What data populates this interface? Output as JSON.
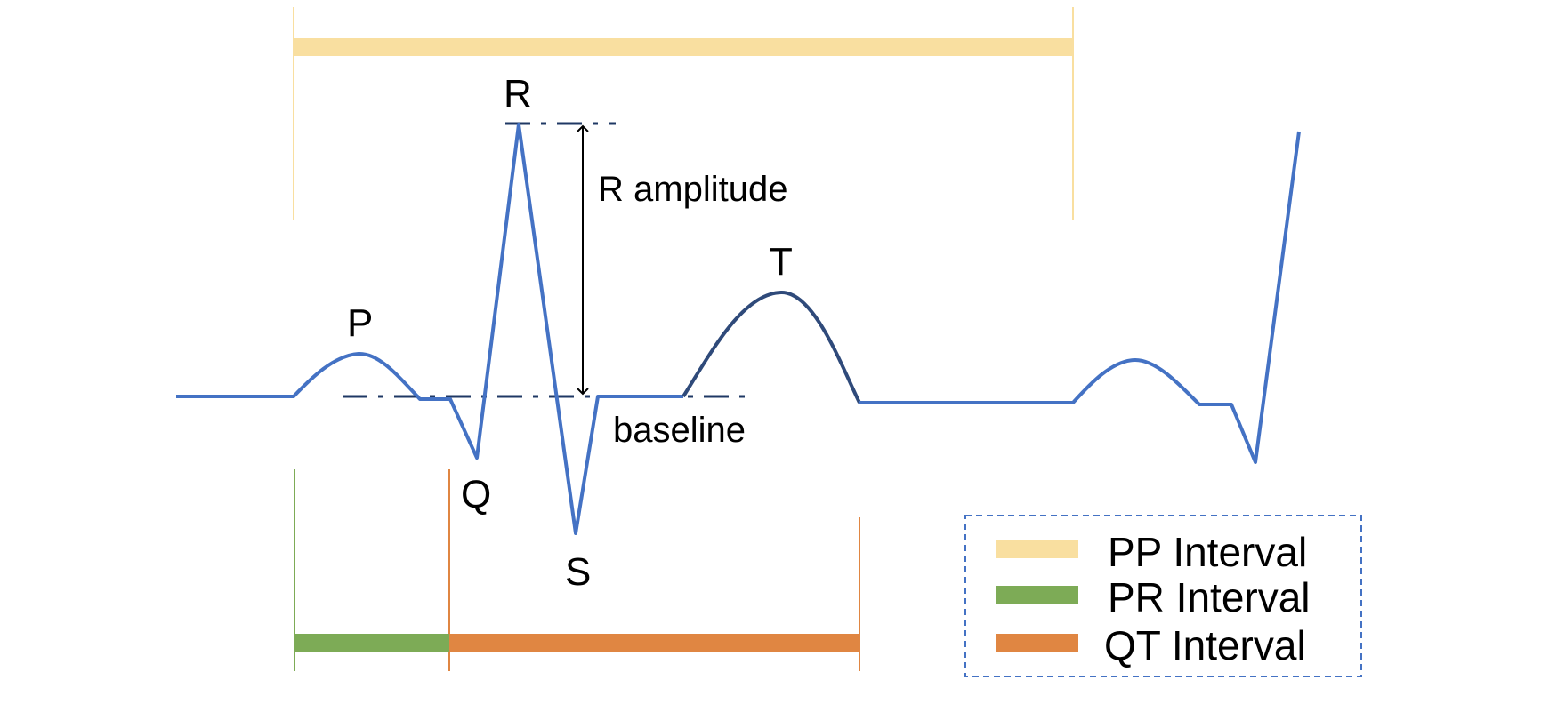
{
  "colors": {
    "ecg_trace": "#4472C4",
    "t_wave_trace": "#2F4A7A",
    "baseline_dash": "#1F3864",
    "pp_interval": "#F9DFA0",
    "pr_interval": "#7DAB56",
    "qt_interval": "#E08642",
    "legend_border": "#4472C4",
    "arrow": "#000000"
  },
  "waves": {
    "p": "P",
    "q": "Q",
    "r": "R",
    "s": "S",
    "t": "T"
  },
  "annotations": {
    "r_amplitude": "R amplitude",
    "baseline": "baseline"
  },
  "legend": {
    "items": [
      {
        "label": "PP Interval",
        "color": "#F9DFA0"
      },
      {
        "label": "PR Interval",
        "color": "#7DAB56"
      },
      {
        "label": "QT Interval",
        "color": "#E08642"
      }
    ]
  }
}
